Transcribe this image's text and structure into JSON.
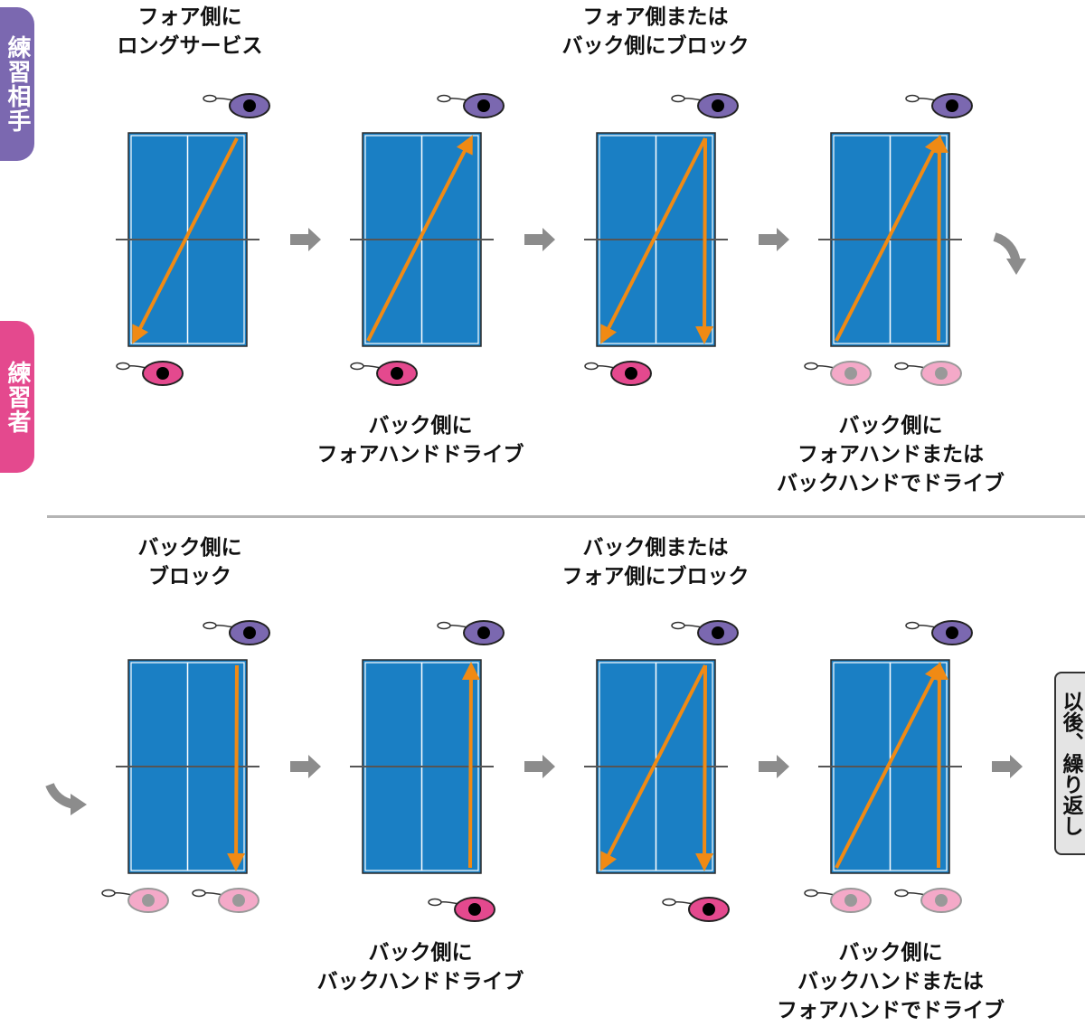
{
  "labels": {
    "partner": "練習相手",
    "practicer": "練習者"
  },
  "colors": {
    "partner": "#7b68b0",
    "practicer": "#e4498e",
    "practicer_faded": "#f4a9c8",
    "table": "#1a7fc4",
    "arrow": "#f08a14",
    "step_arrow": "#8c8c8c"
  },
  "repeat_label": "以後、繰り返し",
  "captions": {
    "top": [
      {
        "id": "t1",
        "lines": [
          "フォア側に",
          "ロングサービス"
        ]
      },
      {
        "id": "t2",
        "lines": [
          "フォア側または",
          "バック側にブロック"
        ]
      },
      {
        "id": "t3",
        "lines": [
          "バック側に",
          "フォアハンドドライブ"
        ]
      },
      {
        "id": "t4",
        "lines": [
          "バック側に",
          "フォアハンドまたは",
          "バックハンドでドライブ"
        ]
      }
    ],
    "bottom": [
      {
        "id": "b1",
        "lines": [
          "バック側に",
          "ブロック"
        ]
      },
      {
        "id": "b2",
        "lines": [
          "バック側または",
          "フォア側にブロック"
        ]
      },
      {
        "id": "b3",
        "lines": [
          "バック側に",
          "バックハンドドライブ"
        ]
      },
      {
        "id": "b4",
        "lines": [
          "バック側に",
          "バックハンドまたは",
          "フォアハンドでドライブ"
        ]
      }
    ]
  },
  "panels": [
    {
      "row": 0,
      "col": 0,
      "practicer": "left",
      "practicer_faded": false,
      "shots": [
        {
          "from": "far-right",
          "to": "near-left"
        }
      ]
    },
    {
      "row": 0,
      "col": 1,
      "practicer": "left",
      "practicer_faded": false,
      "shots": [
        {
          "from": "near-left",
          "to": "far-right"
        }
      ]
    },
    {
      "row": 0,
      "col": 2,
      "practicer": "left",
      "practicer_faded": false,
      "shots": [
        {
          "from": "far-right",
          "to": "near-left"
        },
        {
          "from": "far-right",
          "to": "near-right"
        }
      ]
    },
    {
      "row": 0,
      "col": 3,
      "practicer": "both",
      "practicer_faded": true,
      "shots": [
        {
          "from": "near-left",
          "to": "far-right"
        },
        {
          "from": "near-right",
          "to": "far-right"
        }
      ]
    },
    {
      "row": 1,
      "col": 0,
      "practicer": "both",
      "practicer_faded": true,
      "shots": [
        {
          "from": "far-right",
          "to": "near-right"
        }
      ]
    },
    {
      "row": 1,
      "col": 1,
      "practicer": "right",
      "practicer_faded": false,
      "shots": [
        {
          "from": "near-right",
          "to": "far-right"
        }
      ]
    },
    {
      "row": 1,
      "col": 2,
      "practicer": "right",
      "practicer_faded": false,
      "shots": [
        {
          "from": "far-right",
          "to": "near-left"
        },
        {
          "from": "far-right",
          "to": "near-right"
        }
      ]
    },
    {
      "row": 1,
      "col": 3,
      "practicer": "both",
      "practicer_faded": true,
      "shots": [
        {
          "from": "near-left",
          "to": "far-right"
        },
        {
          "from": "near-right",
          "to": "far-right"
        }
      ]
    }
  ]
}
